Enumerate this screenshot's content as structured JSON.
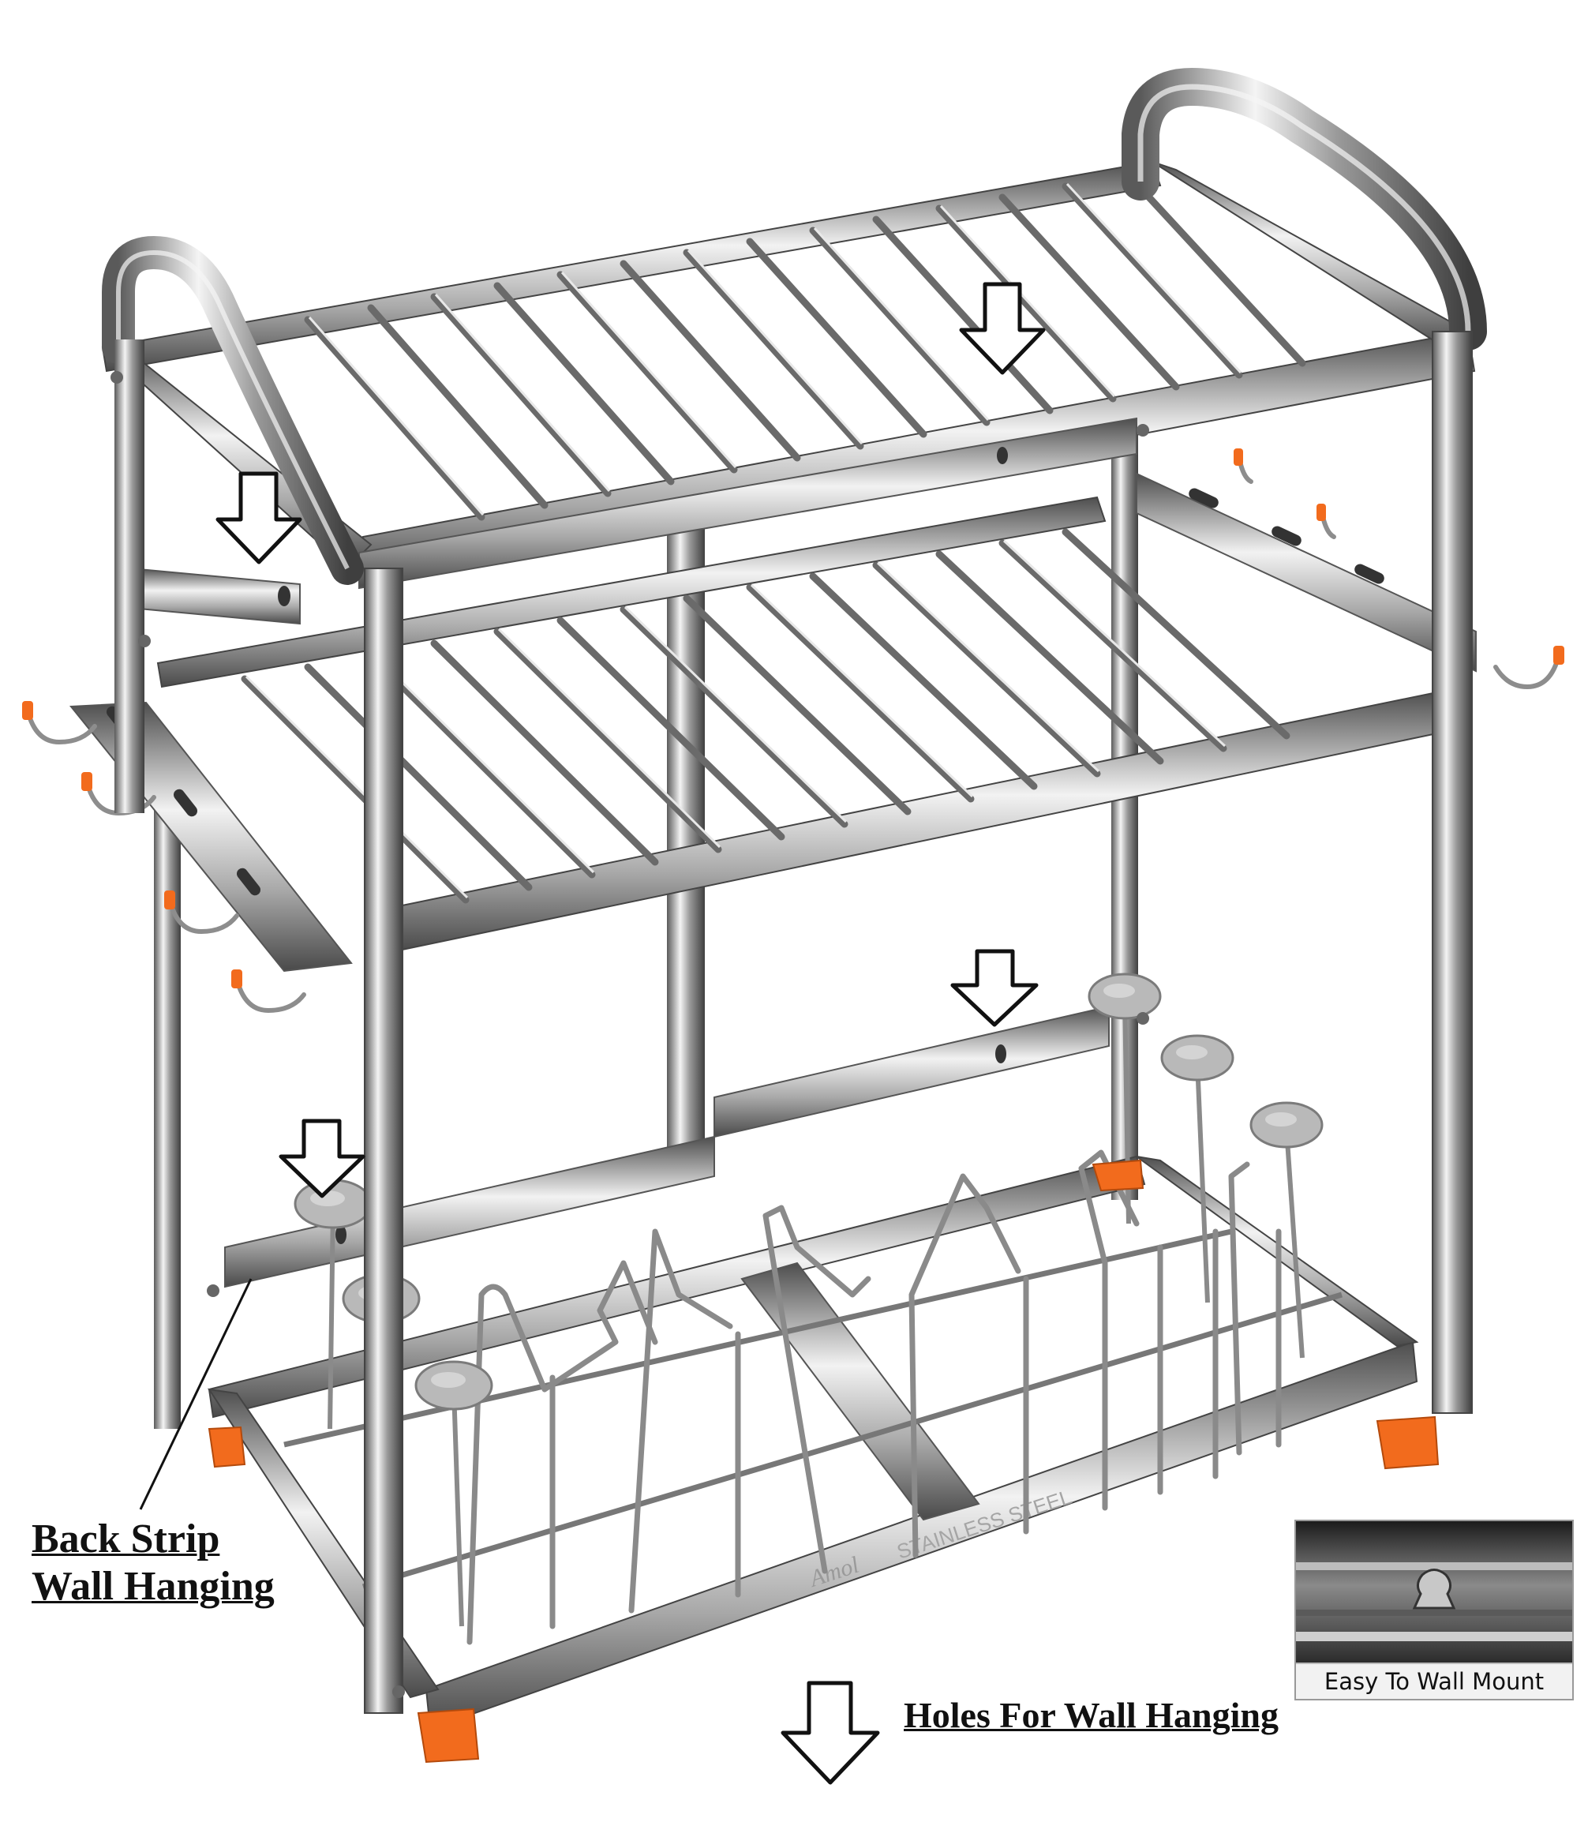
{
  "captions": {
    "back_strip": [
      "Back Strip",
      "Wall Hanging"
    ],
    "holes": "Holes For Wall Hanging"
  },
  "inset": {
    "label": "Easy To Wall Mount"
  },
  "engraving": {
    "brand": "Amol",
    "material": "STAINLESS STEEL"
  },
  "colors": {
    "steel_light": "#eeeeee",
    "steel_mid": "#b8b8b8",
    "steel_dark": "#555555",
    "feet": "#f26b1d",
    "arrow": "#111111"
  },
  "icons": [
    "down-arrow-icon",
    "keyhole-slot-icon",
    "hook-icon",
    "plate-peg-knob-icon"
  ]
}
